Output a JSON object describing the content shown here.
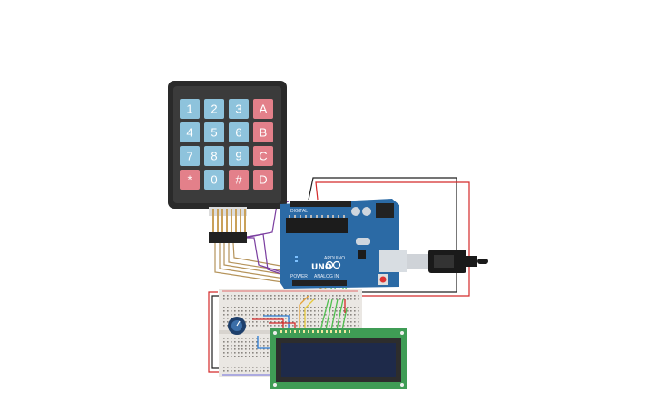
{
  "keypad": {
    "keys": [
      {
        "label": "1",
        "type": "num"
      },
      {
        "label": "2",
        "type": "num"
      },
      {
        "label": "3",
        "type": "num"
      },
      {
        "label": "A",
        "type": "letter"
      },
      {
        "label": "4",
        "type": "num"
      },
      {
        "label": "5",
        "type": "num"
      },
      {
        "label": "6",
        "type": "num"
      },
      {
        "label": "B",
        "type": "letter"
      },
      {
        "label": "7",
        "type": "num"
      },
      {
        "label": "8",
        "type": "num"
      },
      {
        "label": "9",
        "type": "num"
      },
      {
        "label": "C",
        "type": "letter"
      },
      {
        "label": "*",
        "type": "letter"
      },
      {
        "label": "0",
        "type": "num"
      },
      {
        "label": "#",
        "type": "letter"
      },
      {
        "label": "D",
        "type": "letter"
      }
    ]
  },
  "arduino": {
    "logo_text": "UNO",
    "brand_text": "ARDUINO",
    "digital_label": "DIGITAL",
    "analog_label": "ANALOG IN",
    "power_label": "POWER"
  },
  "components": {
    "keypad_icon": "keypad-4x4-icon",
    "board_icon": "arduino-uno-icon",
    "usb_icon": "usb-cable-icon",
    "breadboard_icon": "breadboard-icon",
    "pot_icon": "potentiometer-icon",
    "lcd_icon": "lcd-16x2-icon"
  },
  "colors": {
    "key_num": "#8ec3dc",
    "key_letter": "#e3808a",
    "board": "#2b6aa5",
    "lcd_screen": "#1e2a4a",
    "lcd_pcb": "#3f9c55"
  }
}
